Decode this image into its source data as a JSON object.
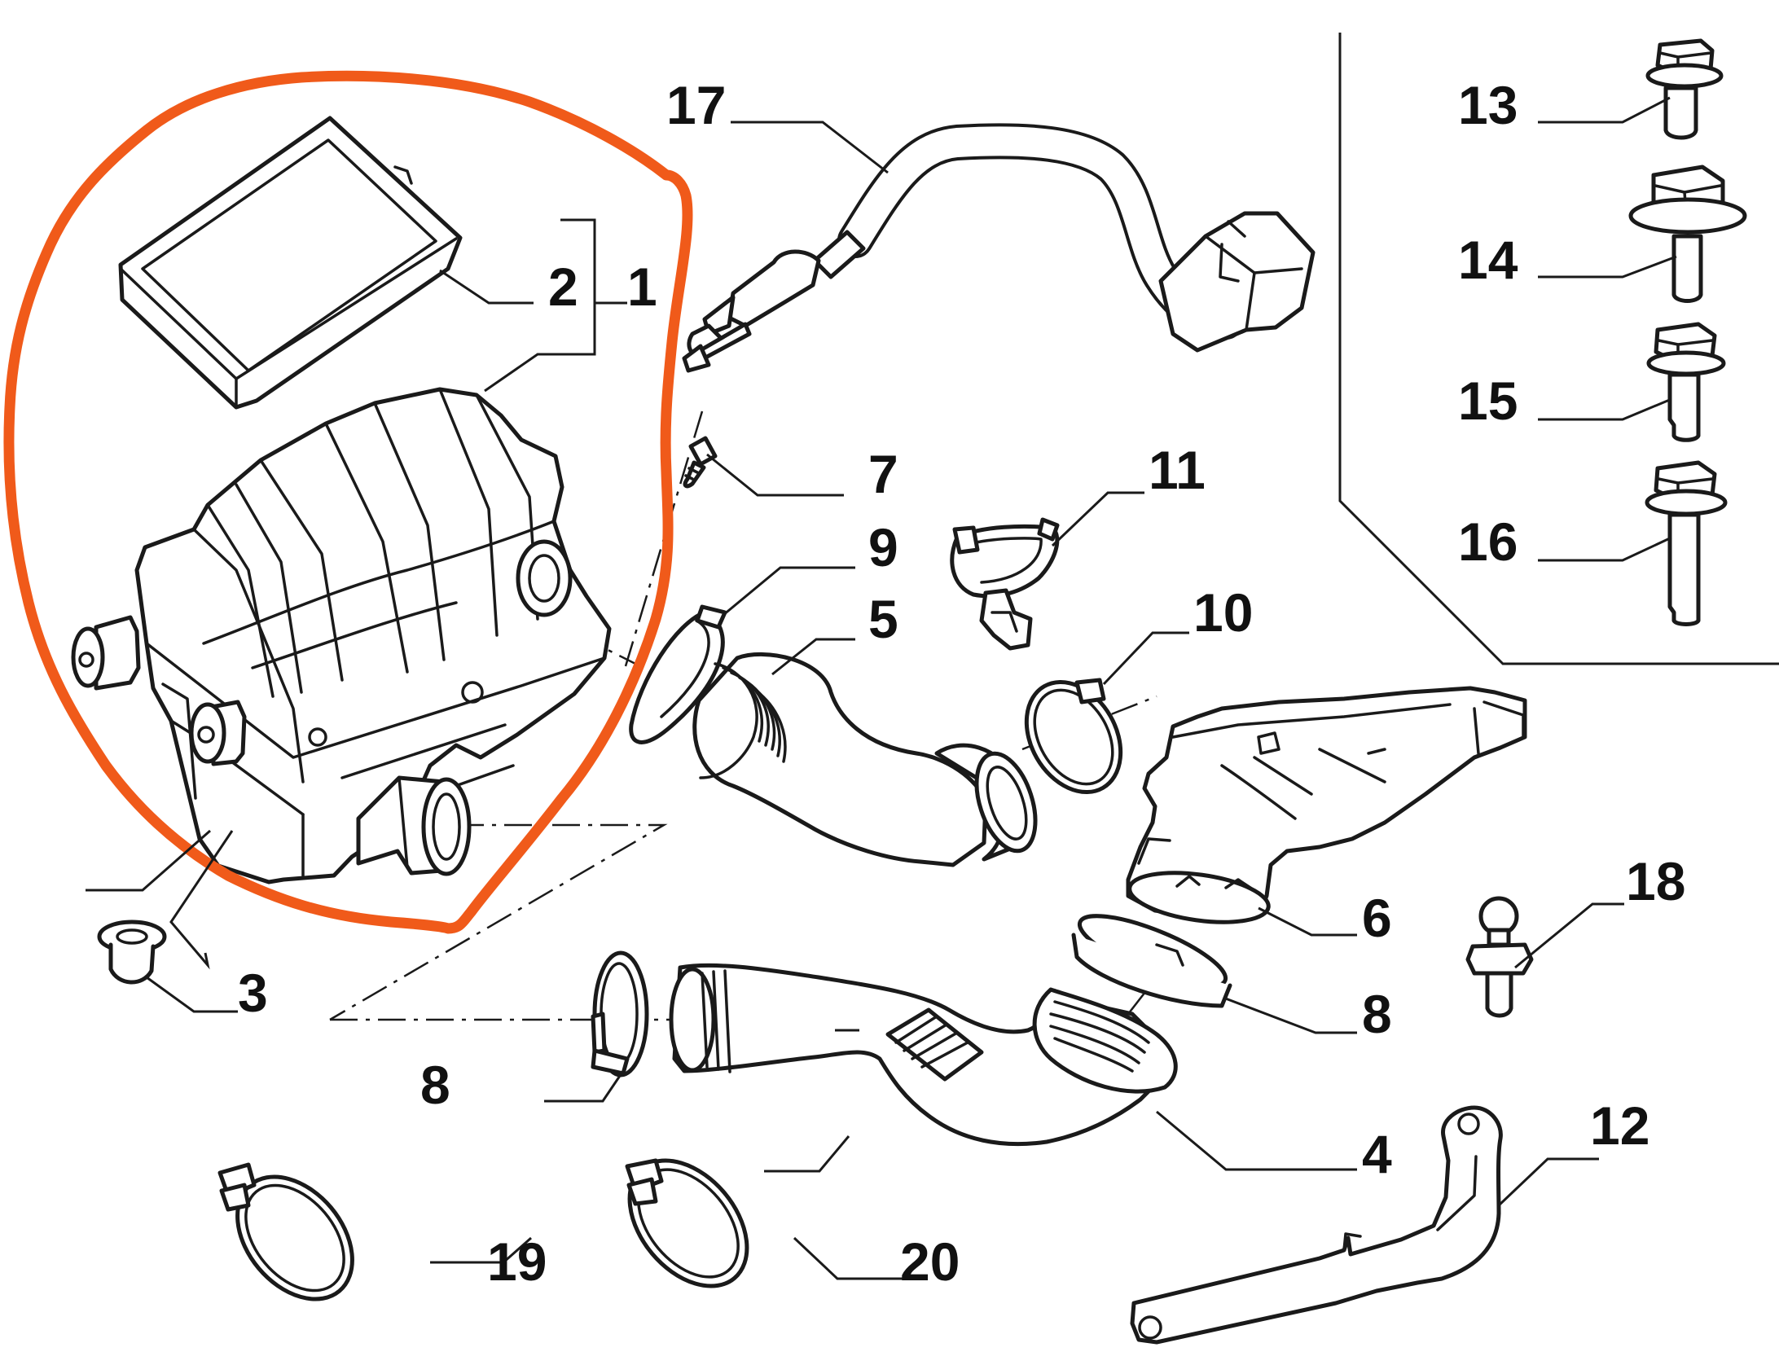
{
  "diagram": {
    "labels": {
      "p1": "1",
      "p2": "2",
      "p3": "3",
      "p4": "4",
      "p5": "5",
      "p6": "6",
      "p7": "7",
      "p8a": "8",
      "p8b": "8",
      "p9": "9",
      "p10": "10",
      "p11": "11",
      "p12": "12",
      "p13": "13",
      "p14": "14",
      "p15": "15",
      "p16": "16",
      "p17": "17",
      "p18": "18",
      "p19": "19",
      "p20": "20"
    },
    "colors": {
      "highlight": "#f05a1a",
      "line": "#1a1a1a",
      "background": "#ffffff"
    }
  }
}
